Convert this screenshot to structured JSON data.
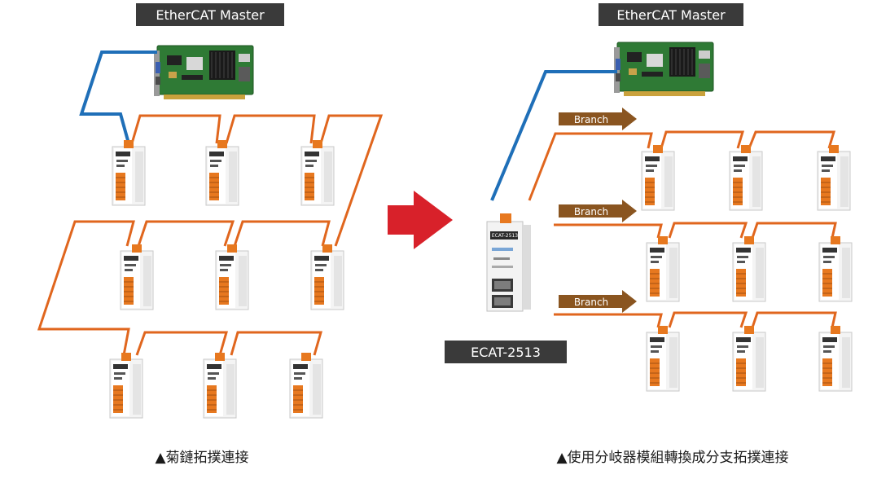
{
  "left": {
    "master_label": "EtherCAT Master",
    "caption": "▲菊鏈拓撲連接"
  },
  "right": {
    "master_label": "EtherCAT Master",
    "branch_labels": [
      "Branch",
      "Branch",
      "Branch"
    ],
    "gateway_label": "ECAT-2513",
    "gateway_device_text": "ECAT-2513",
    "caption": "▲使用分岐器模組轉換成分支拓撲連接"
  },
  "colors": {
    "label_bg": "#3a3a3a",
    "label_text": "#ffffff",
    "cable_blue": "#1f6fb8",
    "cable_orange": "#e0661e",
    "branch_arrow": "#8a5520",
    "big_arrow": "#d8212a",
    "module_body": "#f2f2f2",
    "module_terminals": "#e7781f"
  },
  "icons": [
    "ethercat-master-card-icon",
    "io-module-icon",
    "ecat-2513-gateway-icon",
    "red-arrow-icon"
  ]
}
